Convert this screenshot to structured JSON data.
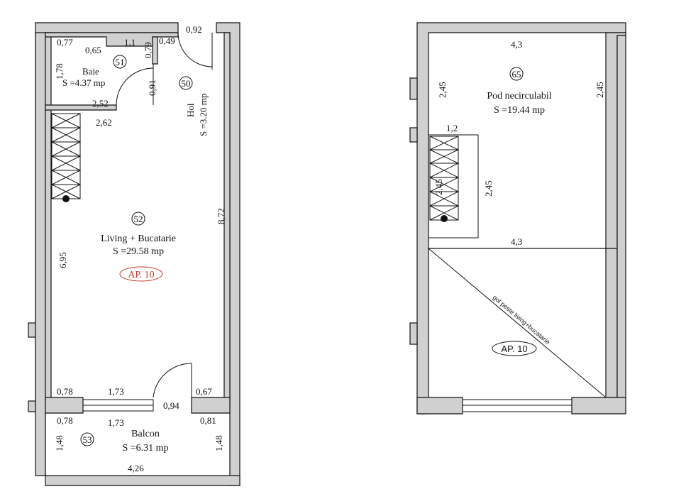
{
  "plan_left": {
    "rooms": {
      "baie": {
        "num": "51",
        "name": "Baie",
        "area": "S =4.37 mp"
      },
      "hol": {
        "num": "50",
        "name": "Hol",
        "area": "S =3.20 mp"
      },
      "living": {
        "num": "52",
        "name": "Living + Bucatarie",
        "area": "S =29.58 mp"
      },
      "balcon": {
        "num": "53",
        "name": "Balcon",
        "area": "S =6.31 mp"
      }
    },
    "apartment_tag": "AP. 10",
    "apartment_tag_color": "#c0392b",
    "dims": {
      "d077": "0,77",
      "d065": "0,65",
      "d11": "1,1",
      "d079": "0,79",
      "d049": "0,49",
      "d092": "0,92",
      "d178": "1,78",
      "d091": "0,91",
      "d252": "2,52",
      "d262": "2,62",
      "d872": "8,72",
      "d695": "6,95",
      "d078a": "0,78",
      "d173a": "1,73",
      "d067": "0,67",
      "d094": "0,94",
      "d078b": "0,78",
      "d173b": "1,73",
      "d081": "0,81",
      "d148a": "1,48",
      "d148b": "1,48",
      "d426": "4,26"
    }
  },
  "plan_right": {
    "rooms": {
      "pod": {
        "num": "65",
        "name": "Pod necirculabil",
        "area": "S =19.44 mp"
      }
    },
    "void_note": "gol peste living+bucatarie",
    "apartment_tag": "AP. 10",
    "dims": {
      "d43a": "4,3",
      "d245a": "2,45",
      "d245b": "2,45",
      "d12": "1,2",
      "d245c": "2,45",
      "d245d": "2,45",
      "d43b": "4,3"
    }
  }
}
